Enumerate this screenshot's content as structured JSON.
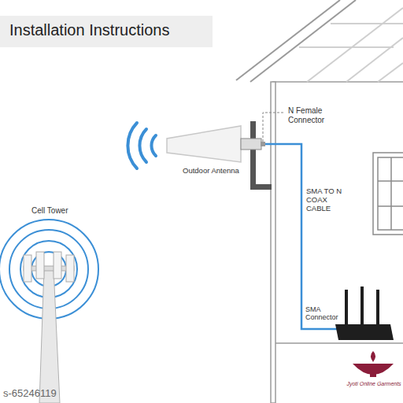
{
  "diagram": {
    "title": "Installation Instructions",
    "labels": [
      "N Female Connector",
      "Outdoor Antenna",
      "SMA TO N COAX CABLE",
      "SMA Connector",
      "Cell Tower",
      "Jyoti Online Garments",
      "s-65246119"
    ]
  }
}
